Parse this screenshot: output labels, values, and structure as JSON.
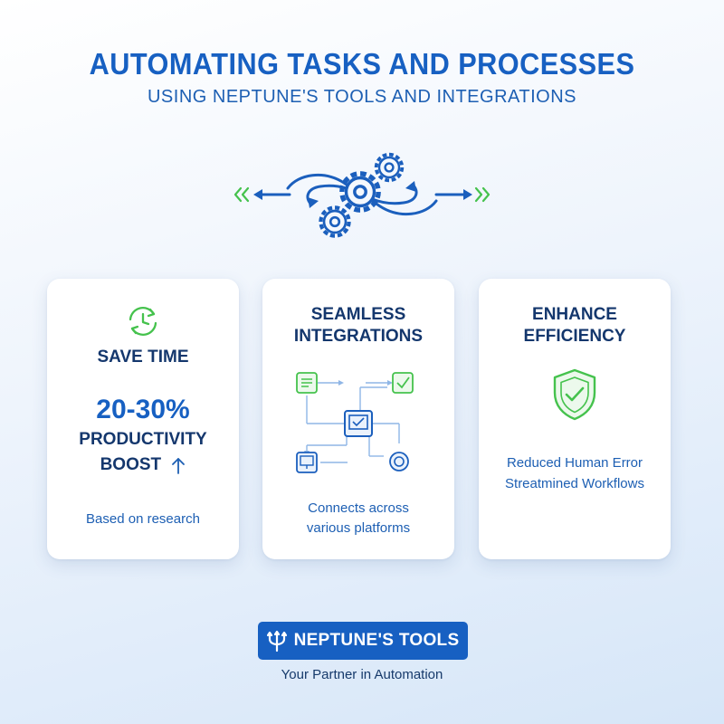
{
  "header": {
    "title": "AUTOMATING TASKS AND PROCESSES",
    "subtitle": "USING NEPTUNE'S TOOLS AND INTEGRATIONS"
  },
  "hero": {
    "icon": "gears-arrows-icon"
  },
  "cards": [
    {
      "icon": "clock-cycle-icon",
      "heading": "SAVE TIME",
      "stat": "20-30%",
      "stat_label_line1": "PRODUCTIVITY",
      "stat_label_line2": "BOOST",
      "trend_icon": "arrow-up-icon",
      "note": "Based on research"
    },
    {
      "icon": "integrations-network-icon",
      "heading_line1": "SEAMLESS",
      "heading_line2": "INTEGRATIONS",
      "note_line1": "Connects across",
      "note_line2": "various platforms"
    },
    {
      "icon": "shield-check-icon",
      "heading_line1": "ENHANCE",
      "heading_line2": "EFFICIENCY",
      "line1": "Reduced Human Error",
      "line2": "Streatmined Workflows"
    }
  ],
  "footer": {
    "brand_icon": "trident-icon",
    "brand_name": "NEPTUNE'S TOOLS",
    "tagline": "Your Partner in Automation"
  },
  "colors": {
    "primary_blue": "#1760c2",
    "dark_navy": "#14376d",
    "accent_green": "#45c24d",
    "background_light": "#eef4fc"
  }
}
